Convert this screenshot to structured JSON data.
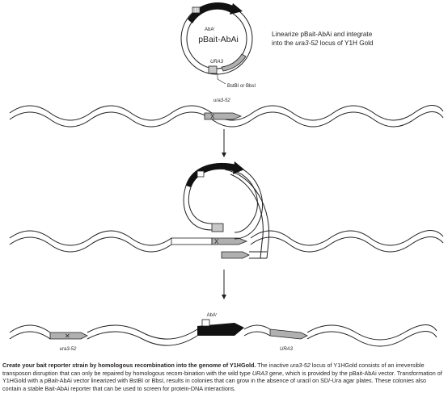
{
  "plasmid": {
    "name": "pBait-AbAi",
    "abar_label": "AbA",
    "abar_sup": "r",
    "ura3_label": "URA3",
    "site_label": "BstBI or BbsI"
  },
  "step1_text": {
    "line1": "Linearize pBait-AbAi and integrate",
    "line2_pre": "into the ",
    "line2_locus": "ura3-52",
    "line2_post": " locus of Y1H Gold"
  },
  "chromosome": {
    "locus_label": "ura3-52",
    "x_mark": "X"
  },
  "recombination": {
    "x_mark": "X"
  },
  "integrated": {
    "abar_label": "AbA",
    "abar_sup": "r",
    "left_label": "ura3-52",
    "right_label": "URA3"
  },
  "caption": {
    "bold": "Create your bait reporter strain by homologous recombination into the genome of Y1HGold.",
    "t1": " The inactive ",
    "i1": "ura3-52",
    "t2": " locus of Y1HGold consists of an irreversible transposon disruption that can only be repaired by homologous recom-bination with the wild type ",
    "i2": "URA3",
    "t3": " gene, which is provided by the pBait-AbAi vector. Transformation of Y1HGold with a pBait-AbAi vector linearized with BstBI or BbsI, results in colonies that can grow in the absence of uracil on SD/-Ura agar plates. These colonies also contain a stable Bait-AbAi reporter that can be used to screen for protein-DNA interactions."
  },
  "colors": {
    "ink": "#231f20",
    "black_block": "#111111",
    "grey_block": "#b0b0b0",
    "x_red": "#c0392b"
  }
}
